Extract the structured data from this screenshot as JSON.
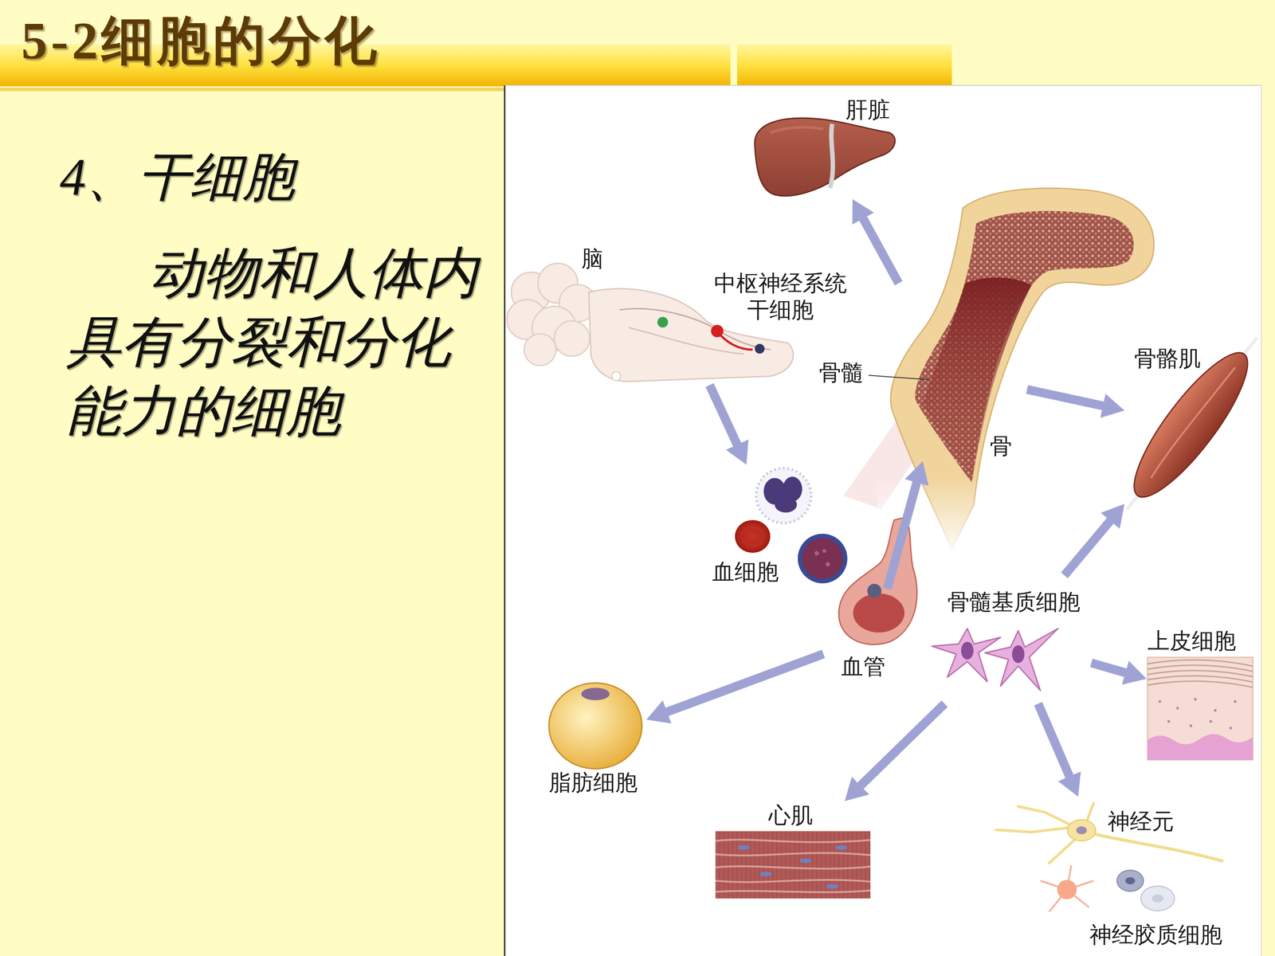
{
  "diagram": {
    "title": "5-2细胞的分化",
    "nodes": [
      {
        "text": [
          "肝脏"
        ]
      },
      {
        "text": [
          "脑",
          "中枢神经系统干细胞"
        ]
      },
      {
        "text": [
          "骨髓",
          "骨"
        ]
      },
      {
        "text": [
          "骨骼肌"
        ]
      },
      {
        "text": [
          "血细胞"
        ]
      },
      {
        "text": [
          "血管"
        ]
      },
      {
        "text": [
          "骨髓基质细胞"
        ]
      },
      {
        "text": [
          "上皮细胞"
        ]
      },
      {
        "text": [
          "脂肪细胞"
        ]
      },
      {
        "text": [
          "心肌"
        ]
      },
      {
        "text": [
          "神经元",
          "神经胶质细胞"
        ]
      }
    ],
    "edges": [
      {
        "from": 2,
        "to": 0,
        "arrow": "to"
      },
      {
        "from": 1,
        "to": 4,
        "arrow": "to"
      },
      {
        "from": 2,
        "to": 3,
        "arrow": "to"
      },
      {
        "from": 5,
        "to": 2,
        "arrow": "to"
      },
      {
        "from": 5,
        "to": 8,
        "arrow": "to"
      },
      {
        "from": 6,
        "to": 3,
        "arrow": "to"
      },
      {
        "from": 6,
        "to": 7,
        "arrow": "to"
      },
      {
        "from": 6,
        "to": 9,
        "arrow": "to"
      },
      {
        "from": 6,
        "to": 10,
        "arrow": "to"
      }
    ],
    "labels": [
      "4、干细胞",
      "动物和人体内具有分裂和分化能力的细胞"
    ]
  }
}
